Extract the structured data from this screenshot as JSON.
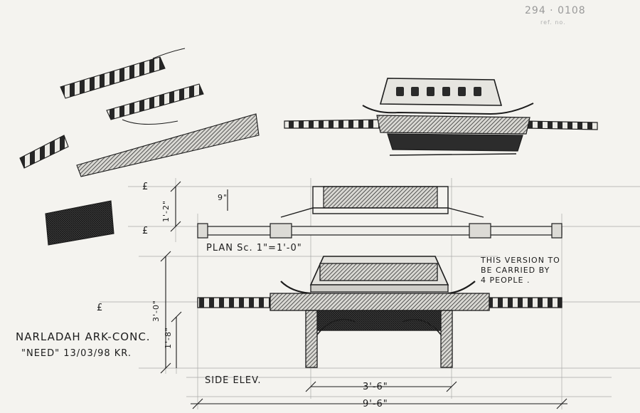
{
  "sheet": {
    "corner_ref": "294 · 0108",
    "corner_sub": "ref. no.",
    "plan_label": "PLAN  Sc. 1\"=1'-0\"",
    "side_label": "SIDE ELEV.",
    "note_lines": [
      "THIS VERSION TO",
      "BE CARRIED BY",
      "4 PEOPLE ."
    ],
    "title_line1": "NARLADAH ARK-CONC.",
    "title_line2": "\"NEED\"  13/03/98  KR.",
    "dim_width": "3'-6\"",
    "dim_overall": "9'-6\"",
    "dim_depth": "1'-2\"",
    "dim_height": "3'-0\"",
    "dim_leg": "1'-8\"",
    "dim_small": "9\"",
    "cl_marks": [
      "£",
      "£",
      "£"
    ]
  },
  "colors": {
    "paper": "#f4f3ef",
    "pencil": "#1c1c1c",
    "shade": "#3a3a3a"
  }
}
